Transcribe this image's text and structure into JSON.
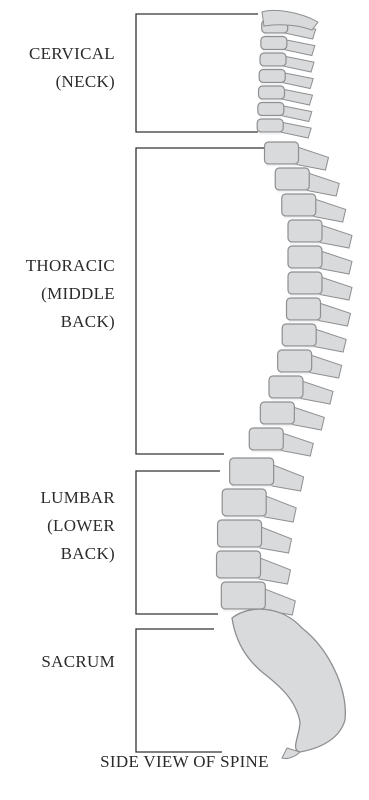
{
  "regions": [
    {
      "id": "cervical",
      "lines": [
        "CERVICAL",
        "(NECK)"
      ]
    },
    {
      "id": "thoracic",
      "lines": [
        "THORACIC",
        "(MIDDLE",
        "BACK)"
      ]
    },
    {
      "id": "lumbar",
      "lines": [
        "LUMBAR",
        "(LOWER",
        "BACK)"
      ]
    },
    {
      "id": "sacrum",
      "lines": [
        "SACRUM"
      ]
    }
  ],
  "caption": "SIDE VIEW OF SPINE",
  "colors": {
    "bracket": "#333333",
    "bone": "#d9dadb",
    "bone_shadow": "#8e8f91",
    "text": "#2b2b2b"
  }
}
